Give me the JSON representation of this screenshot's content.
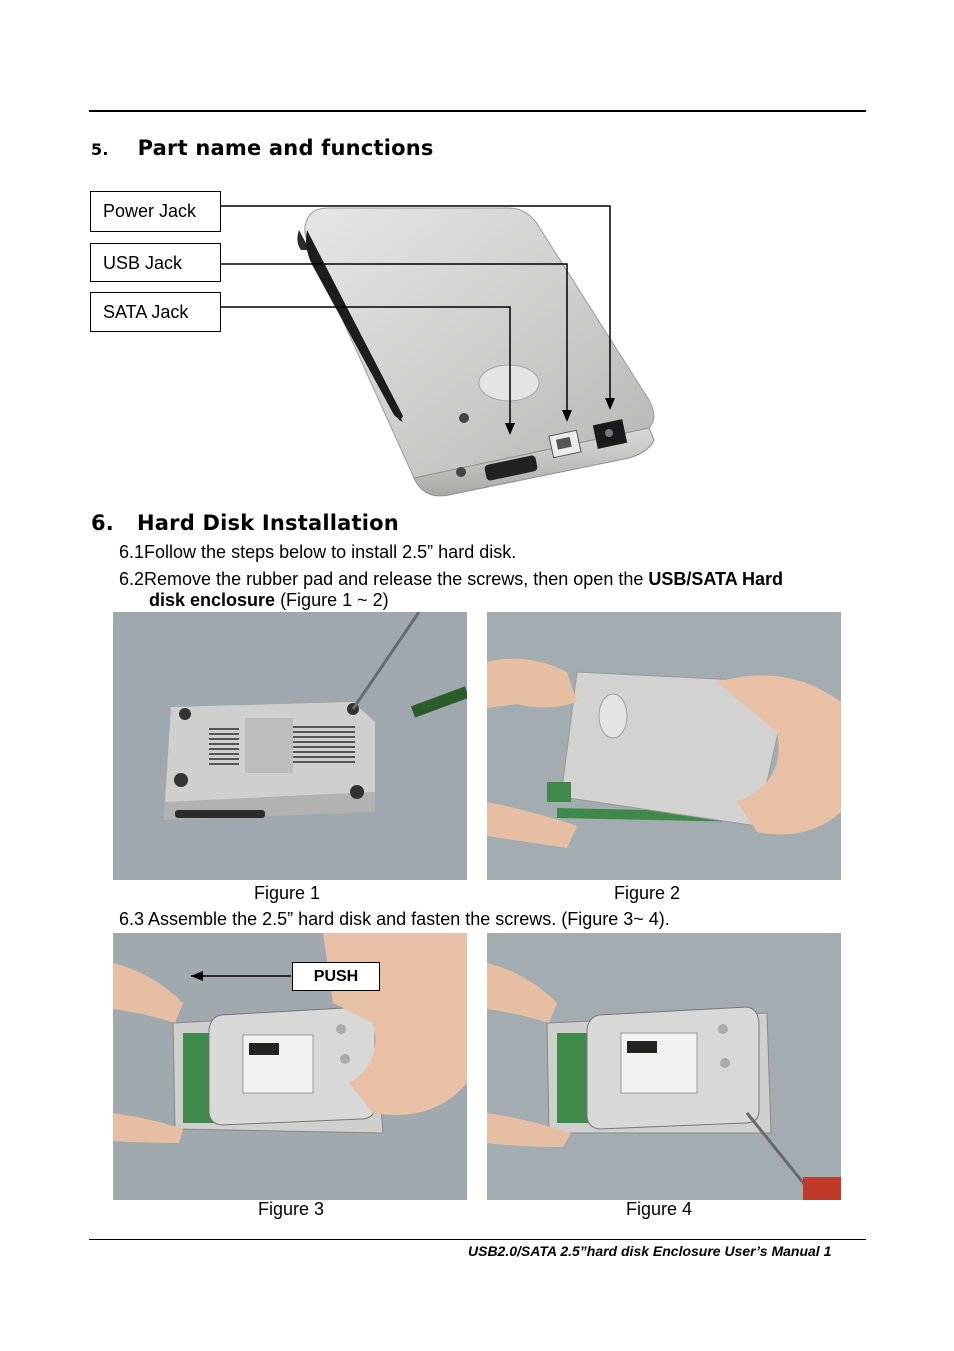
{
  "section5": {
    "number": "5.",
    "title": "Part name and functions",
    "labels": {
      "power": "Power Jack",
      "usb": "USB Jack",
      "sata": "SATA Jack"
    }
  },
  "section6": {
    "number": "6.",
    "title": "Hard Disk Installation",
    "step1_num": "6.1",
    "step1_text": "Follow the steps below to install 2.5” hard disk.",
    "step2_num": "6.2",
    "step2_pre": "Remove the rubber pad and release the screws, then open the ",
    "step2_bold1": "USB/SATA Hard",
    "step2_bold2": "disk enclosure",
    "step2_post": " (Figure 1 ~ 2)",
    "step3_text": "6.3 Assemble the 2.5” hard disk and fasten the screws. (Figure 3~ 4).",
    "push_label": "PUSH"
  },
  "figures": {
    "fig1": "Figure 1",
    "fig2": "Figure 2",
    "fig3": "Figure 3",
    "fig4": "Figure 4"
  },
  "footer": {
    "text": "USB2.0/SATA 2.5”hard disk Enclosure User’s Manual 1"
  },
  "colors": {
    "photo_background": "#9ea7ad",
    "aluminum": "#c9c9c7",
    "skin": "#e8c0a6",
    "pcb": "#3f8a4a"
  }
}
